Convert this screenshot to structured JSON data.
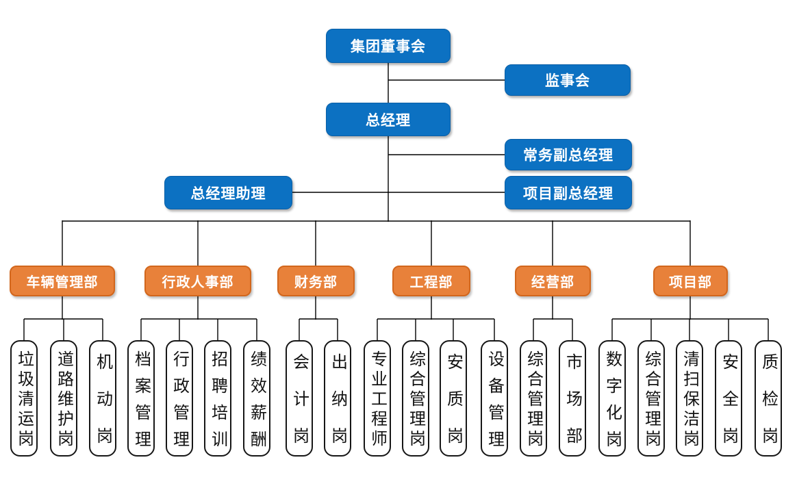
{
  "org": {
    "board": "集团董事会",
    "supervisory": "监事会",
    "general_manager": "总经理",
    "executive_deputy_gm": "常务副总经理",
    "gm_assistant": "总经理助理",
    "project_deputy_gm": "项目副总经理",
    "departments": [
      {
        "label": "车辆管理部",
        "children": [
          "垃圾清运岗",
          "道路维护岗",
          "机动岗"
        ]
      },
      {
        "label": "行政人事部",
        "children": [
          "档案管理",
          "行政管理",
          "招聘培训",
          "绩效薪酬"
        ]
      },
      {
        "label": "财务部",
        "children": [
          "会计岗",
          "出纳岗"
        ]
      },
      {
        "label": "工程部",
        "children": [
          "专业工程师",
          "综合管理岗",
          "安质岗",
          "设备管理"
        ]
      },
      {
        "label": "经营部",
        "children": [
          "综合管理岗",
          "市场部"
        ]
      },
      {
        "label": "项目部",
        "children": [
          "数字化岗",
          "综合管理岗",
          "清扫保洁岗",
          "安全岗",
          "质检岗"
        ]
      }
    ],
    "palette": {
      "level_box": "#0C71C2",
      "dept_box": "#E8813A",
      "position_box_bg": "#FFFFFF",
      "position_box_border": "#161616",
      "line": "#000000",
      "text_on_color": "#FFFFFF",
      "position_text": "#111111"
    }
  }
}
